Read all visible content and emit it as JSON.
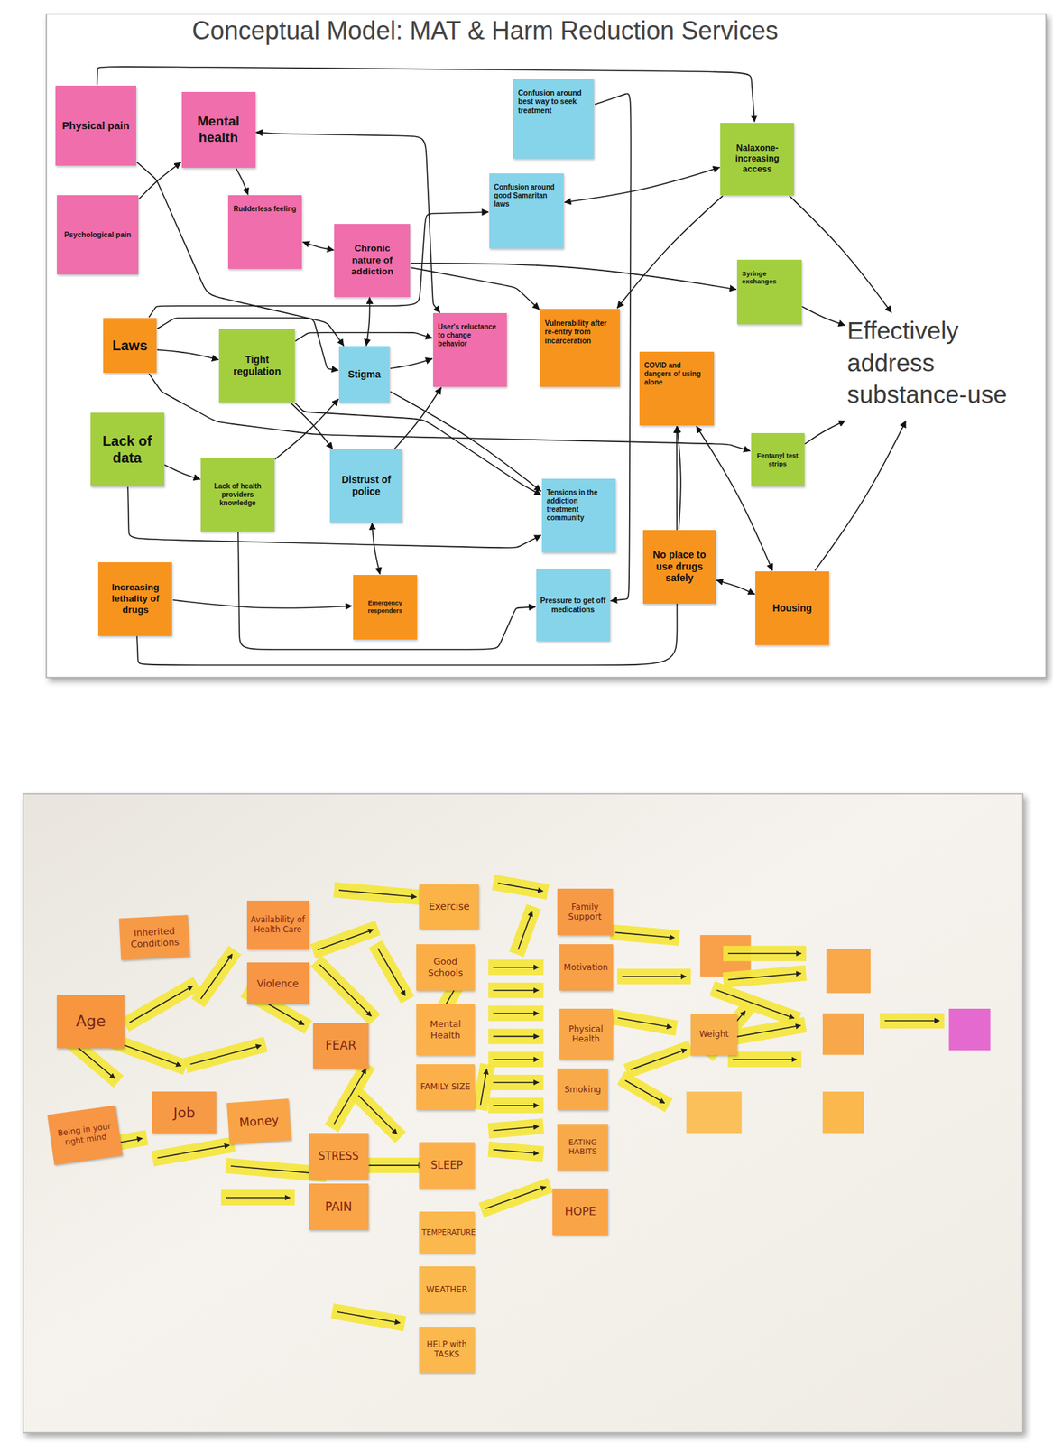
{
  "diagram": {
    "title": "Conceptual Model: MAT & Harm Reduction Services",
    "nodes": [
      {
        "text": [
          "Physical pain"
        ]
      },
      {
        "text": [
          "Mental health"
        ]
      },
      {
        "text": [
          "Confusion around best way to seek treatment"
        ]
      },
      {
        "text": [
          "Nalaxone- increasing access"
        ]
      },
      {
        "text": [
          "Psychological pain"
        ]
      },
      {
        "text": [
          "Confusion around good Samaritan laws"
        ]
      },
      {
        "text": [
          "Rudderless feeling"
        ]
      },
      {
        "text": [
          "Chronic nature of addiction"
        ]
      },
      {
        "text": [
          "Syringe exchanges"
        ]
      },
      {
        "text": [
          "Laws"
        ]
      },
      {
        "text": [
          "Tight regulation"
        ]
      },
      {
        "text": [
          "Stigma"
        ]
      },
      {
        "text": [
          "User's reluctance to change behavior"
        ]
      },
      {
        "text": [
          "Vulnerability after re-entry from incarceration"
        ]
      },
      {
        "text": [
          "Effectively address substance-use"
        ]
      },
      {
        "text": [
          "COVID and dangers of using alone"
        ]
      },
      {
        "text": [
          "Lack of data"
        ]
      },
      {
        "text": [
          "Lack of health providers knowledge"
        ]
      },
      {
        "text": [
          "Distrust of police"
        ]
      },
      {
        "text": [
          "Fentanyl test strips"
        ]
      },
      {
        "text": [
          "Tensions in the addiction treatment community"
        ]
      },
      {
        "text": [
          "No place to use drugs safely"
        ]
      },
      {
        "text": [
          "Increasing lethality of drugs"
        ]
      },
      {
        "text": [
          "Emergency responders"
        ]
      },
      {
        "text": [
          "Pressure to get off medications"
        ]
      },
      {
        "text": [
          "Housing"
        ]
      },
      {
        "text": [
          "Inherited Conditions"
        ]
      },
      {
        "text": [
          "Availability of Health Care"
        ]
      },
      {
        "text": [
          "Exercise"
        ]
      },
      {
        "text": [
          "Family Support"
        ]
      },
      {
        "text": [
          "Age"
        ]
      },
      {
        "text": [
          "Violence"
        ]
      },
      {
        "text": [
          "Good Schools"
        ]
      },
      {
        "text": [
          "Motivation"
        ]
      },
      {
        "text": [
          "Weight"
        ]
      },
      {
        "text": [
          "FEAR"
        ]
      },
      {
        "text": [
          "Mental Health"
        ]
      },
      {
        "text": [
          "Physical Health"
        ]
      },
      {
        "text": [
          "FAMILY SIZE"
        ]
      },
      {
        "text": [
          "Smoking"
        ]
      },
      {
        "text": [
          "Job"
        ]
      },
      {
        "text": [
          "Money"
        ]
      },
      {
        "text": [
          "Being in your right mind"
        ]
      },
      {
        "text": [
          "STRESS"
        ]
      },
      {
        "text": [
          "SLEEP"
        ]
      },
      {
        "text": [
          "EATING HABITS"
        ]
      },
      {
        "text": [
          "PAIN"
        ]
      },
      {
        "text": [
          "HOPE"
        ]
      },
      {
        "text": [
          "TEMPERATURE"
        ]
      },
      {
        "text": [
          "WEATHER"
        ]
      },
      {
        "text": [
          "HELP with TASKS"
        ]
      }
    ],
    "edges": [
      {
        "from": 0,
        "to": 3,
        "arrow": "to"
      },
      {
        "from": 4,
        "to": 1,
        "arrow": "to"
      },
      {
        "from": 12,
        "to": 1,
        "arrow": "both"
      },
      {
        "from": 1,
        "to": 6,
        "arrow": "to"
      },
      {
        "from": 6,
        "to": 7,
        "arrow": "both"
      },
      {
        "from": 7,
        "to": 11,
        "arrow": "both"
      },
      {
        "from": 11,
        "to": 12,
        "arrow": "to"
      },
      {
        "from": 7,
        "to": 8,
        "arrow": "to"
      },
      {
        "from": 7,
        "to": 13,
        "arrow": "to"
      },
      {
        "from": 9,
        "to": 10,
        "arrow": "to"
      },
      {
        "from": 9,
        "to": 11,
        "arrow": "to"
      },
      {
        "from": 9,
        "to": 5,
        "arrow": "to"
      },
      {
        "from": 9,
        "to": 19,
        "arrow": "to"
      },
      {
        "from": 3,
        "to": 5,
        "arrow": "both"
      },
      {
        "from": 3,
        "to": 13,
        "arrow": "to"
      },
      {
        "from": 3,
        "to": 14,
        "arrow": "to"
      },
      {
        "from": 8,
        "to": 14,
        "arrow": "to"
      },
      {
        "from": 19,
        "to": 14,
        "arrow": "to"
      },
      {
        "from": 25,
        "to": 14,
        "arrow": "to"
      },
      {
        "from": 2,
        "to": 24,
        "arrow": "to"
      },
      {
        "from": 10,
        "to": 12,
        "arrow": "to"
      },
      {
        "from": 0,
        "to": 11,
        "arrow": "to"
      },
      {
        "from": 16,
        "to": 17,
        "arrow": "to"
      },
      {
        "from": 16,
        "to": 20,
        "arrow": "to"
      },
      {
        "from": 17,
        "to": 11,
        "arrow": "to"
      },
      {
        "from": 17,
        "to": 24,
        "arrow": "to"
      },
      {
        "from": 22,
        "to": 23,
        "arrow": "to"
      },
      {
        "from": 22,
        "to": 15,
        "arrow": "to"
      },
      {
        "from": 18,
        "to": 23,
        "arrow": "both"
      },
      {
        "from": 10,
        "to": 18,
        "arrow": "to"
      },
      {
        "from": 18,
        "to": 12,
        "arrow": "to"
      },
      {
        "from": 11,
        "to": 20,
        "arrow": "to"
      },
      {
        "from": 10,
        "to": 20,
        "arrow": "to"
      },
      {
        "from": 21,
        "to": 25,
        "arrow": "both"
      },
      {
        "from": 21,
        "to": 15,
        "arrow": "to"
      },
      {
        "from": 15,
        "to": 25,
        "arrow": "both"
      }
    ]
  }
}
